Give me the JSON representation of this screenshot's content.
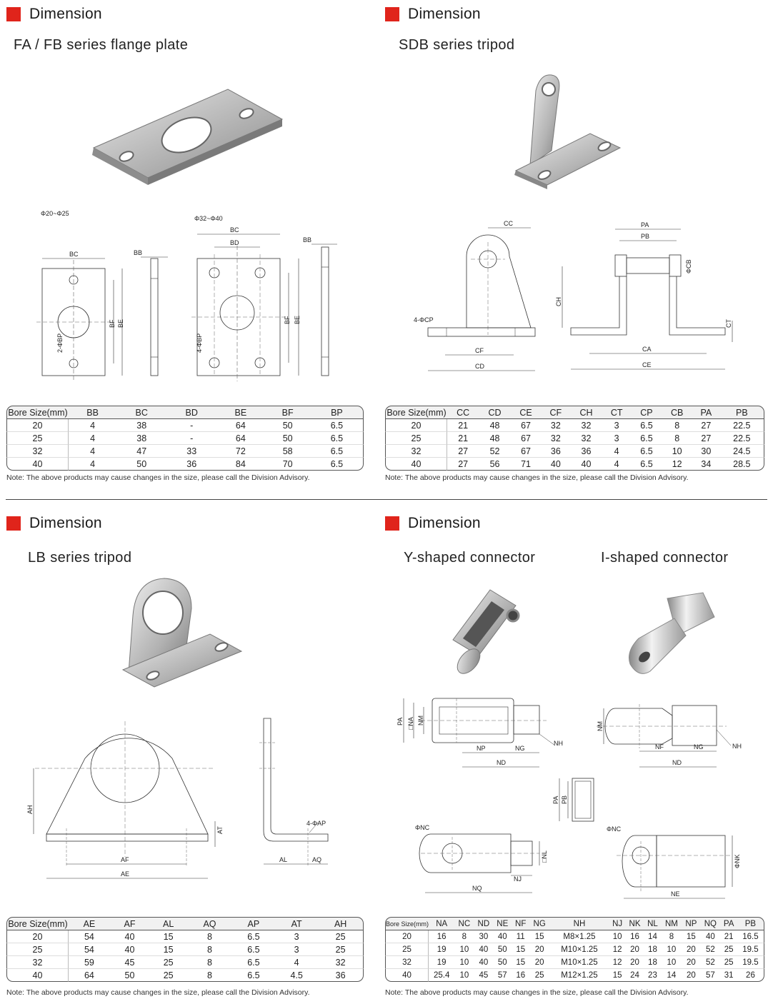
{
  "colors": {
    "accent": "#e0241b"
  },
  "note": "Note: The above products may cause changes in the size, please call the Division Advisory.",
  "q1": {
    "heading": "Dimension",
    "subtitle": "FA / FB series flange plate",
    "drawing_labels": {
      "range_small": "Φ20~Φ25",
      "range_large": "Φ32~Φ40",
      "BC": "BC",
      "BB": "BB",
      "BD": "BD",
      "BF": "BF",
      "BE": "BE",
      "BP2": "2-ΦBP",
      "BP4": "4-ΦBP"
    },
    "table": {
      "headers": [
        "Bore Size(mm)",
        "BB",
        "BC",
        "BD",
        "BE",
        "BF",
        "BP"
      ],
      "rows": [
        [
          "20",
          "4",
          "38",
          "-",
          "64",
          "50",
          "6.5"
        ],
        [
          "25",
          "4",
          "38",
          "-",
          "64",
          "50",
          "6.5"
        ],
        [
          "32",
          "4",
          "47",
          "33",
          "72",
          "58",
          "6.5"
        ],
        [
          "40",
          "4",
          "50",
          "36",
          "84",
          "70",
          "6.5"
        ]
      ]
    }
  },
  "q2": {
    "heading": "Dimension",
    "subtitle": "SDB series tripod",
    "drawing_labels": {
      "CC": "CC",
      "CP": "4-ΦCP",
      "CF": "CF",
      "CD": "CD",
      "PA": "PA",
      "PB": "PB",
      "CB": "ΦCB",
      "CH": "CH",
      "CT": "CT",
      "CA": "CA",
      "CE": "CE"
    },
    "table": {
      "headers": [
        "Bore Size(mm)",
        "CC",
        "CD",
        "CE",
        "CF",
        "CH",
        "CT",
        "CP",
        "CB",
        "PA",
        "PB"
      ],
      "rows": [
        [
          "20",
          "21",
          "48",
          "67",
          "32",
          "32",
          "3",
          "6.5",
          "8",
          "27",
          "22.5"
        ],
        [
          "25",
          "21",
          "48",
          "67",
          "32",
          "32",
          "3",
          "6.5",
          "8",
          "27",
          "22.5"
        ],
        [
          "32",
          "27",
          "52",
          "67",
          "36",
          "36",
          "4",
          "6.5",
          "10",
          "30",
          "24.5"
        ],
        [
          "40",
          "27",
          "56",
          "71",
          "40",
          "40",
          "4",
          "6.5",
          "12",
          "34",
          "28.5"
        ]
      ]
    }
  },
  "q3": {
    "heading": "Dimension",
    "subtitle": "LB series tripod",
    "drawing_labels": {
      "AH": "AH",
      "AT": "AT",
      "AF": "AF",
      "AE": "AE",
      "AP": "4-ΦAP",
      "AL": "AL",
      "AQ": "AQ"
    },
    "table": {
      "headers": [
        "Bore Size(mm)",
        "AE",
        "AF",
        "AL",
        "AQ",
        "AP",
        "AT",
        "AH"
      ],
      "rows": [
        [
          "20",
          "54",
          "40",
          "15",
          "8",
          "6.5",
          "3",
          "25"
        ],
        [
          "25",
          "54",
          "40",
          "15",
          "8",
          "6.5",
          "3",
          "25"
        ],
        [
          "32",
          "59",
          "45",
          "25",
          "8",
          "6.5",
          "4",
          "32"
        ],
        [
          "40",
          "64",
          "50",
          "25",
          "8",
          "6.5",
          "4.5",
          "36"
        ]
      ]
    }
  },
  "q4": {
    "heading": "Dimension",
    "subtitle_y": "Y-shaped connector",
    "subtitle_i": "I-shaped connector",
    "drawing_labels": {
      "PA": "PA",
      "NA": "□NA",
      "NM": "NM",
      "NP": "NP",
      "NG": "NG",
      "NH": "NH",
      "ND": "ND",
      "PB": "PB",
      "NC": "ΦNC",
      "NL": "□NL",
      "NJ": "NJ",
      "NQ": "NQ",
      "NF": "NF",
      "NK": "ΦNK",
      "NE": "NE"
    },
    "table": {
      "headers": [
        "Bore Size(mm)",
        "NA",
        "NC",
        "ND",
        "NE",
        "NF",
        "NG",
        "NH",
        "NJ",
        "NK",
        "NL",
        "NM",
        "NP",
        "NQ",
        "PA",
        "PB"
      ],
      "rows": [
        [
          "20",
          "16",
          "8",
          "30",
          "40",
          "11",
          "15",
          "M8×1.25",
          "10",
          "16",
          "14",
          "8",
          "15",
          "40",
          "21",
          "16.5"
        ],
        [
          "25",
          "19",
          "10",
          "40",
          "50",
          "15",
          "20",
          "M10×1.25",
          "12",
          "20",
          "18",
          "10",
          "20",
          "52",
          "25",
          "19.5"
        ],
        [
          "32",
          "19",
          "10",
          "40",
          "50",
          "15",
          "20",
          "M10×1.25",
          "12",
          "20",
          "18",
          "10",
          "20",
          "52",
          "25",
          "19.5"
        ],
        [
          "40",
          "25.4",
          "10",
          "45",
          "57",
          "16",
          "25",
          "M12×1.25",
          "15",
          "24",
          "23",
          "14",
          "20",
          "57",
          "31",
          "26"
        ]
      ]
    }
  }
}
